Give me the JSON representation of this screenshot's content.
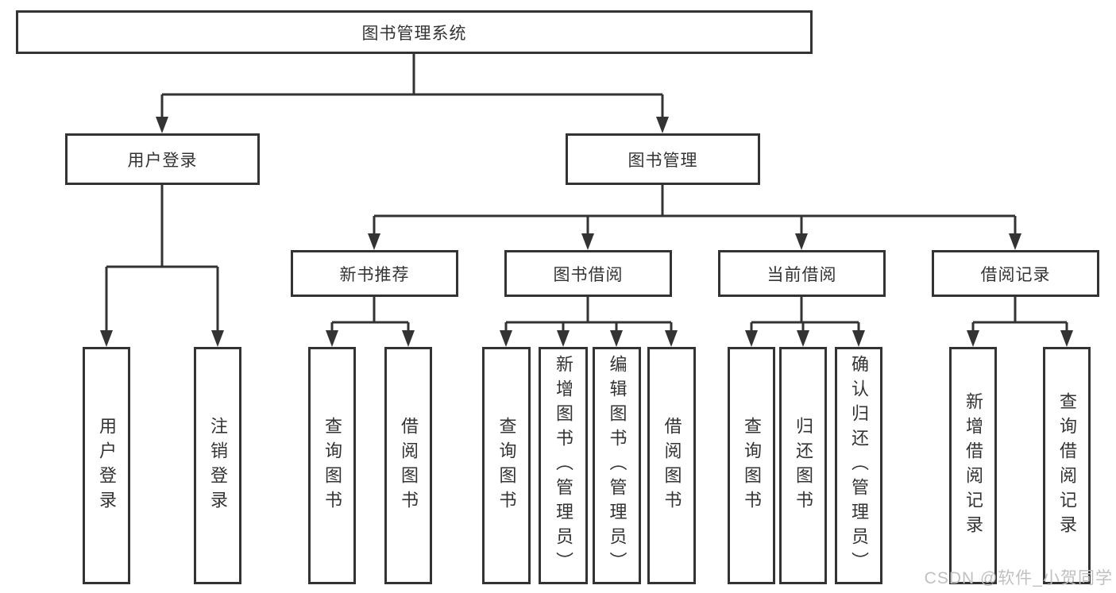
{
  "tree": {
    "label": "图书管理系统",
    "children": [
      {
        "label": "用户登录",
        "children": [
          {
            "label": "用户登录"
          },
          {
            "label": "注销登录"
          }
        ]
      },
      {
        "label": "图书管理",
        "children": [
          {
            "label": "新书推荐",
            "children": [
              {
                "label": "查询图书"
              },
              {
                "label": "借阅图书"
              }
            ]
          },
          {
            "label": "图书借阅",
            "children": [
              {
                "label": "查询图书"
              },
              {
                "label": "新增图书（管理员）"
              },
              {
                "label": "编辑图书（管理员）"
              },
              {
                "label": "借阅图书"
              }
            ]
          },
          {
            "label": "当前借阅",
            "children": [
              {
                "label": "查询图书"
              },
              {
                "label": "归还图书"
              },
              {
                "label": "确认归还（管理员）"
              }
            ]
          },
          {
            "label": "借阅记录",
            "children": [
              {
                "label": "新增借阅记录"
              },
              {
                "label": "查询借阅记录"
              }
            ]
          }
        ]
      }
    ]
  },
  "watermark": {
    "text": "CSDN @软件_小贺同学"
  },
  "colors": {
    "line": "#333333",
    "box_border": "#333333",
    "text": "#333333",
    "background": "#ffffff",
    "watermark": "#c0c0c0"
  }
}
